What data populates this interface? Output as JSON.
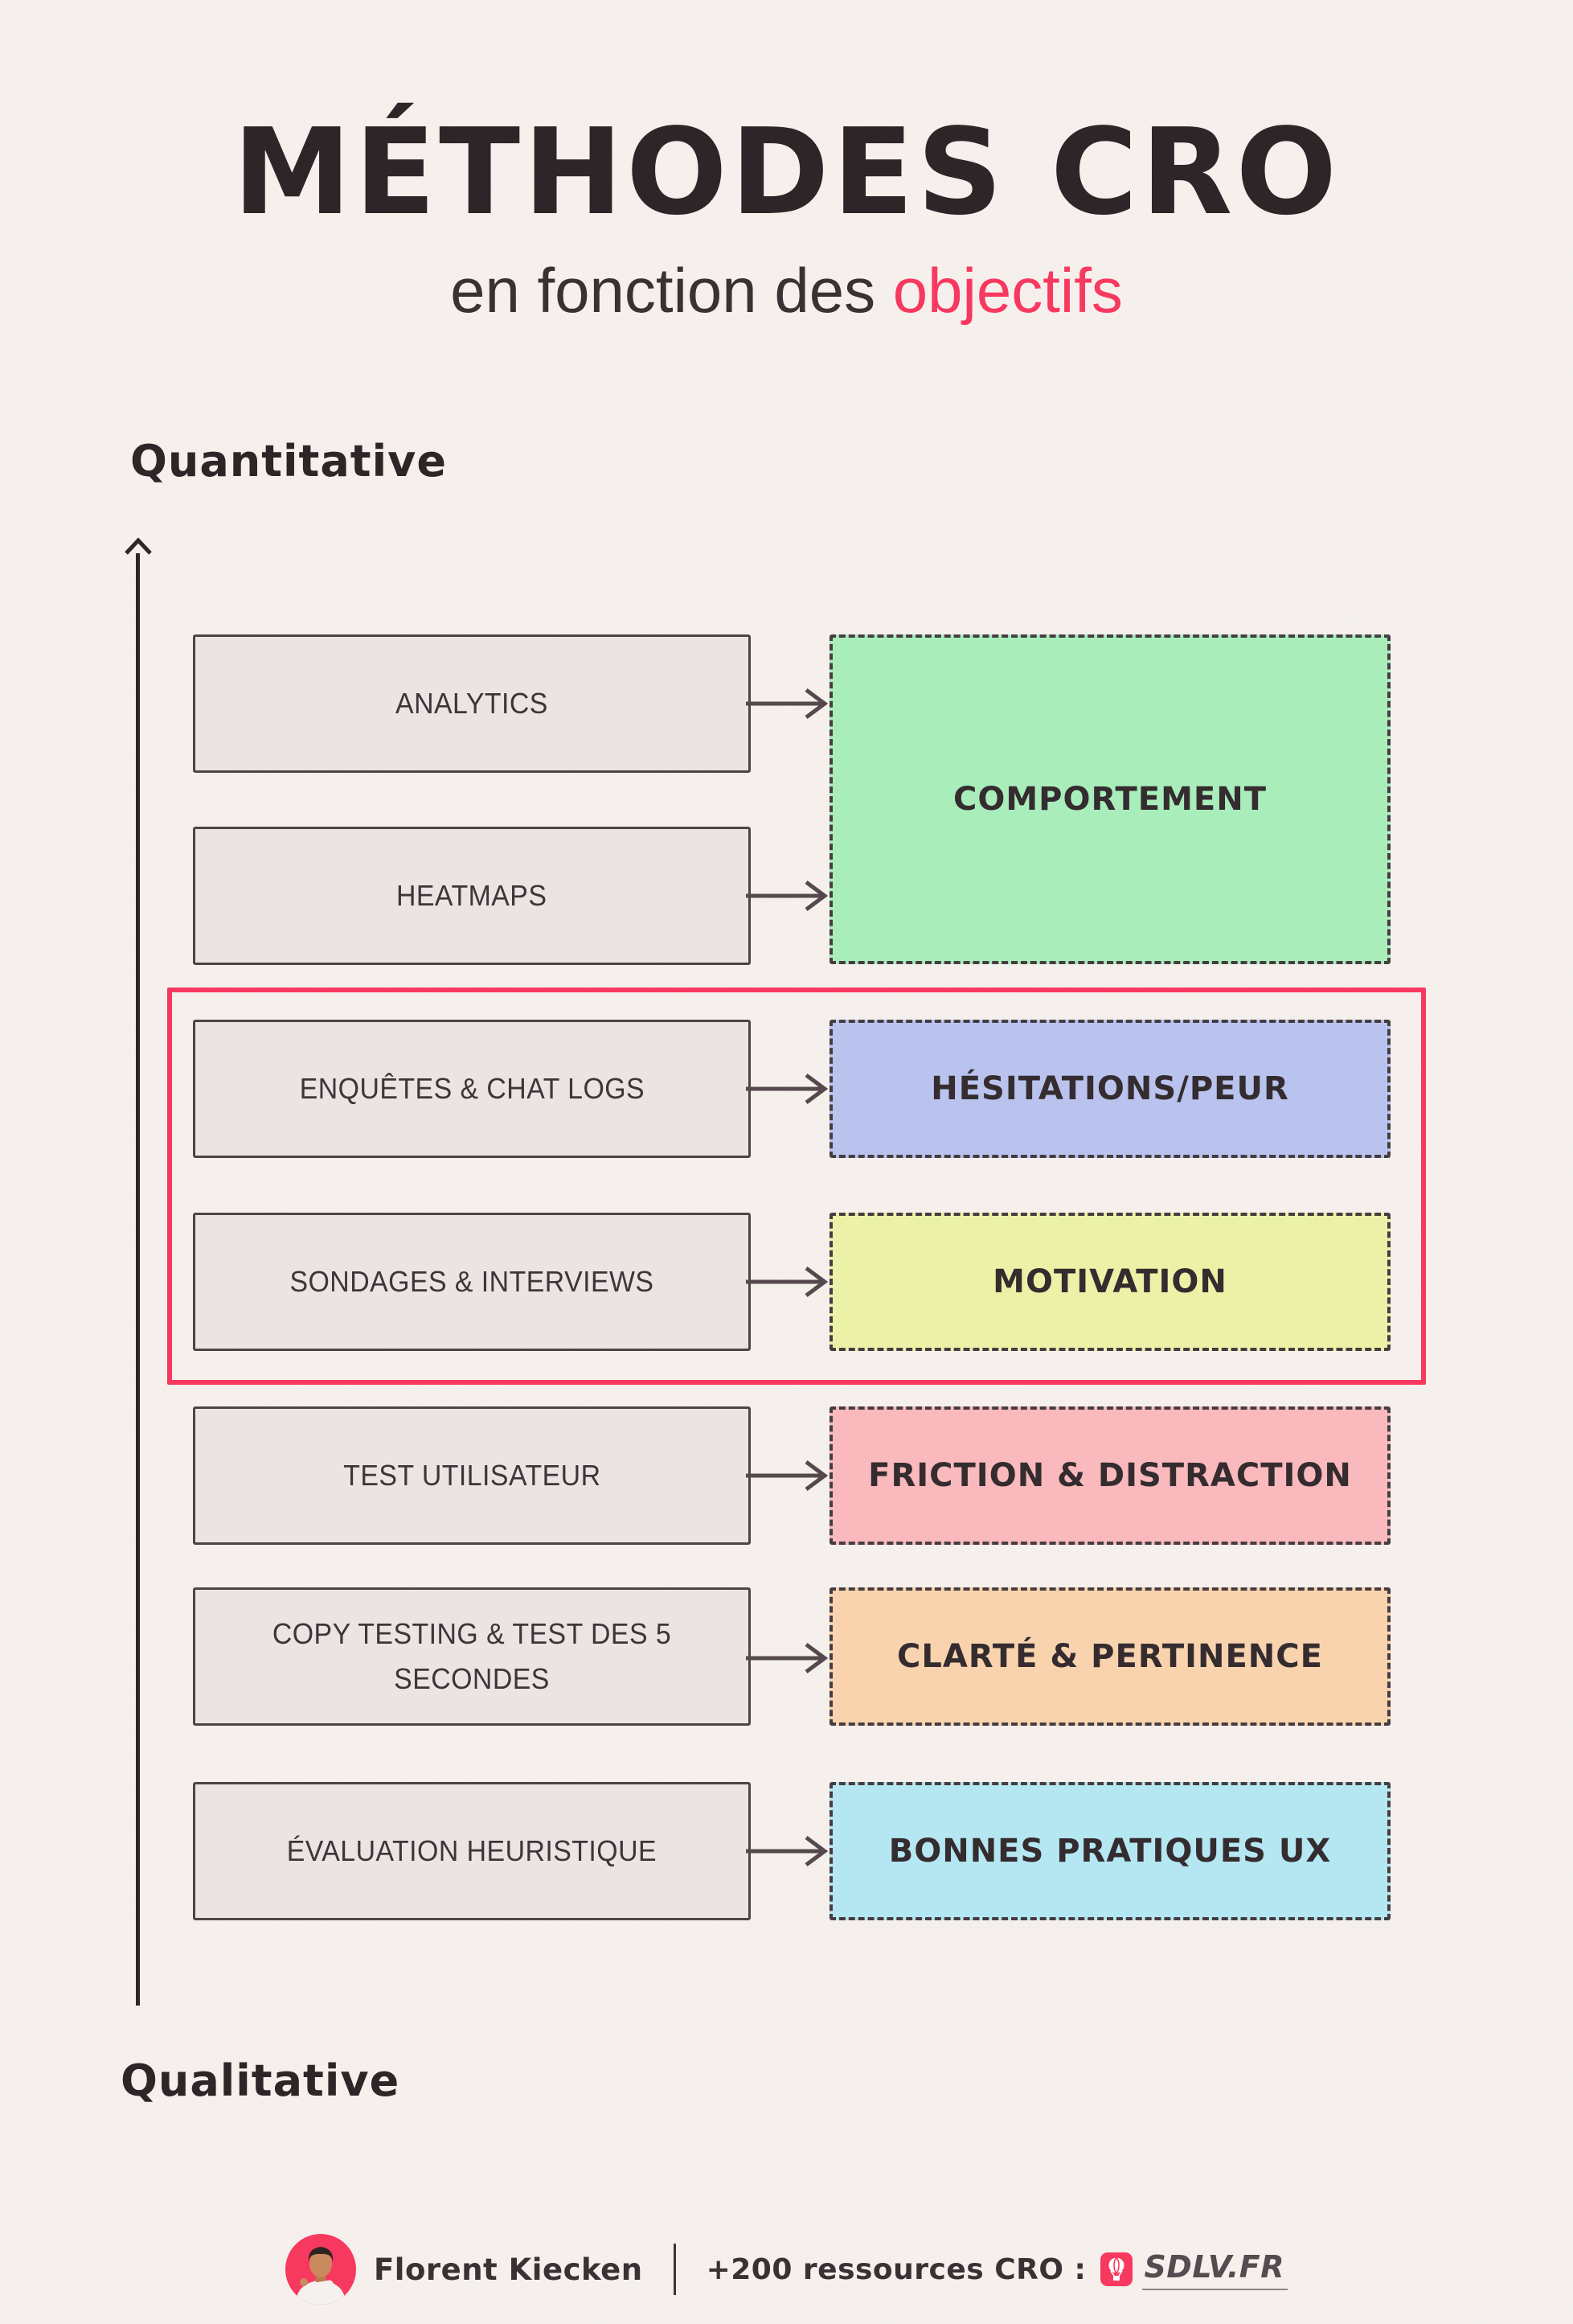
{
  "page": {
    "title": "MÉTHODES CRO",
    "subtitle_prefix": "en fonction des ",
    "subtitle_highlight": "objectifs"
  },
  "axis": {
    "top_label": "Quantitative",
    "bottom_label": "Qualitative"
  },
  "methods": [
    {
      "label": "ANALYTICS"
    },
    {
      "label": "HEATMAPS"
    },
    {
      "label": "ENQUÊTES & CHAT LOGS"
    },
    {
      "label": "SONDAGES & INTERVIEWS"
    },
    {
      "label": "TEST UTILISATEUR"
    },
    {
      "label": "COPY TESTING & TEST DES 5 SECONDES"
    },
    {
      "label": "ÉVALUATION HEURISTIQUE"
    }
  ],
  "objectives": [
    {
      "label": "COMPORTEMENT",
      "color": "#a9edbb"
    },
    {
      "label": "HÉSITATIONS/PEUR",
      "color": "#b9c3ee"
    },
    {
      "label": "MOTIVATION",
      "color": "#ebf2a7"
    },
    {
      "label": "FRICTION & DISTRACTION",
      "color": "#f9b9bd"
    },
    {
      "label": "CLARTÉ & PERTINENCE",
      "color": "#f8d3ae"
    },
    {
      "label": "BONNES PRATIQUES UX",
      "color": "#b5e7f3"
    }
  ],
  "connections": [
    {
      "method": "ANALYTICS",
      "objective": "COMPORTEMENT"
    },
    {
      "method": "HEATMAPS",
      "objective": "COMPORTEMENT"
    },
    {
      "method": "ENQUÊTES & CHAT LOGS",
      "objective": "HÉSITATIONS/PEUR"
    },
    {
      "method": "SONDAGES & INTERVIEWS",
      "objective": "MOTIVATION"
    },
    {
      "method": "TEST UTILISATEUR",
      "objective": "FRICTION & DISTRACTION"
    },
    {
      "method": "COPY TESTING & TEST DES 5 SECONDES",
      "objective": "CLARTÉ & PERTINENCE"
    },
    {
      "method": "ÉVALUATION HEURISTIQUE",
      "objective": "BONNES PRATIQUES UX"
    }
  ],
  "highlight": {
    "color": "#f8395f",
    "rows": [
      "ENQUÊTES & CHAT LOGS → HÉSITATIONS/PEUR",
      "SONDAGES & INTERVIEWS → MOTIVATION"
    ]
  },
  "footer": {
    "author": "Florent Kiecken",
    "resources_label": "+200 ressources CRO :",
    "site_label": "SDLV.FR"
  },
  "icons": {
    "avatar": "person-photo",
    "site_icon": "hot-air-balloon"
  }
}
